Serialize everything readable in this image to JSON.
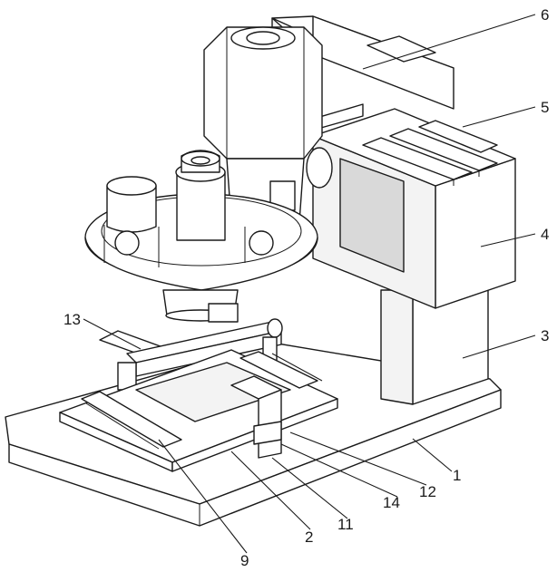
{
  "figure": {
    "background": "#ffffff",
    "line_color": "#1a1a1a"
  },
  "labels": [
    {
      "id": "1",
      "text": "1"
    },
    {
      "id": "2",
      "text": "2"
    },
    {
      "id": "3",
      "text": "3"
    },
    {
      "id": "4",
      "text": "4"
    },
    {
      "id": "5",
      "text": "5"
    },
    {
      "id": "6",
      "text": "6"
    },
    {
      "id": "9",
      "text": "9"
    },
    {
      "id": "11",
      "text": "11"
    },
    {
      "id": "12",
      "text": "12"
    },
    {
      "id": "13",
      "text": "13"
    },
    {
      "id": "14",
      "text": "14"
    }
  ]
}
